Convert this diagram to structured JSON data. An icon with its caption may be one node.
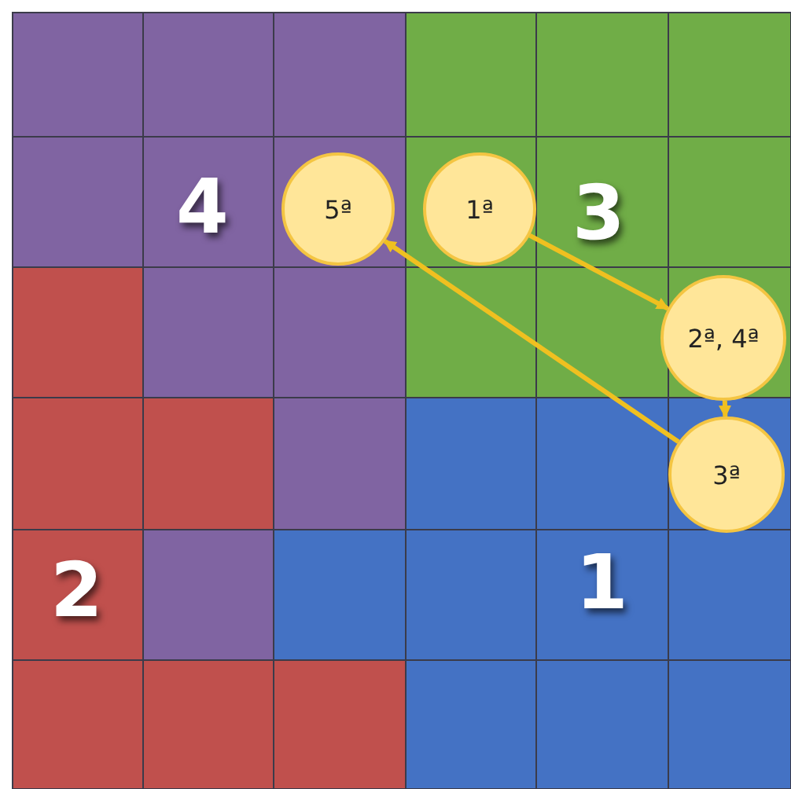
{
  "diagram": {
    "nodes": [
      {
        "text": [
          "5ª"
        ]
      },
      {
        "text": [
          "1ª"
        ]
      },
      {
        "text": [
          "2ª, 4ª"
        ]
      },
      {
        "text": [
          "3ª"
        ]
      }
    ],
    "edges": [
      {
        "from": 1,
        "to": 2,
        "arrow": "to"
      },
      {
        "from": 2,
        "to": 3,
        "arrow": "to"
      },
      {
        "from": 3,
        "to": 0,
        "arrow": "to"
      }
    ],
    "labels": [
      "4",
      "3",
      "2",
      "1"
    ]
  }
}
